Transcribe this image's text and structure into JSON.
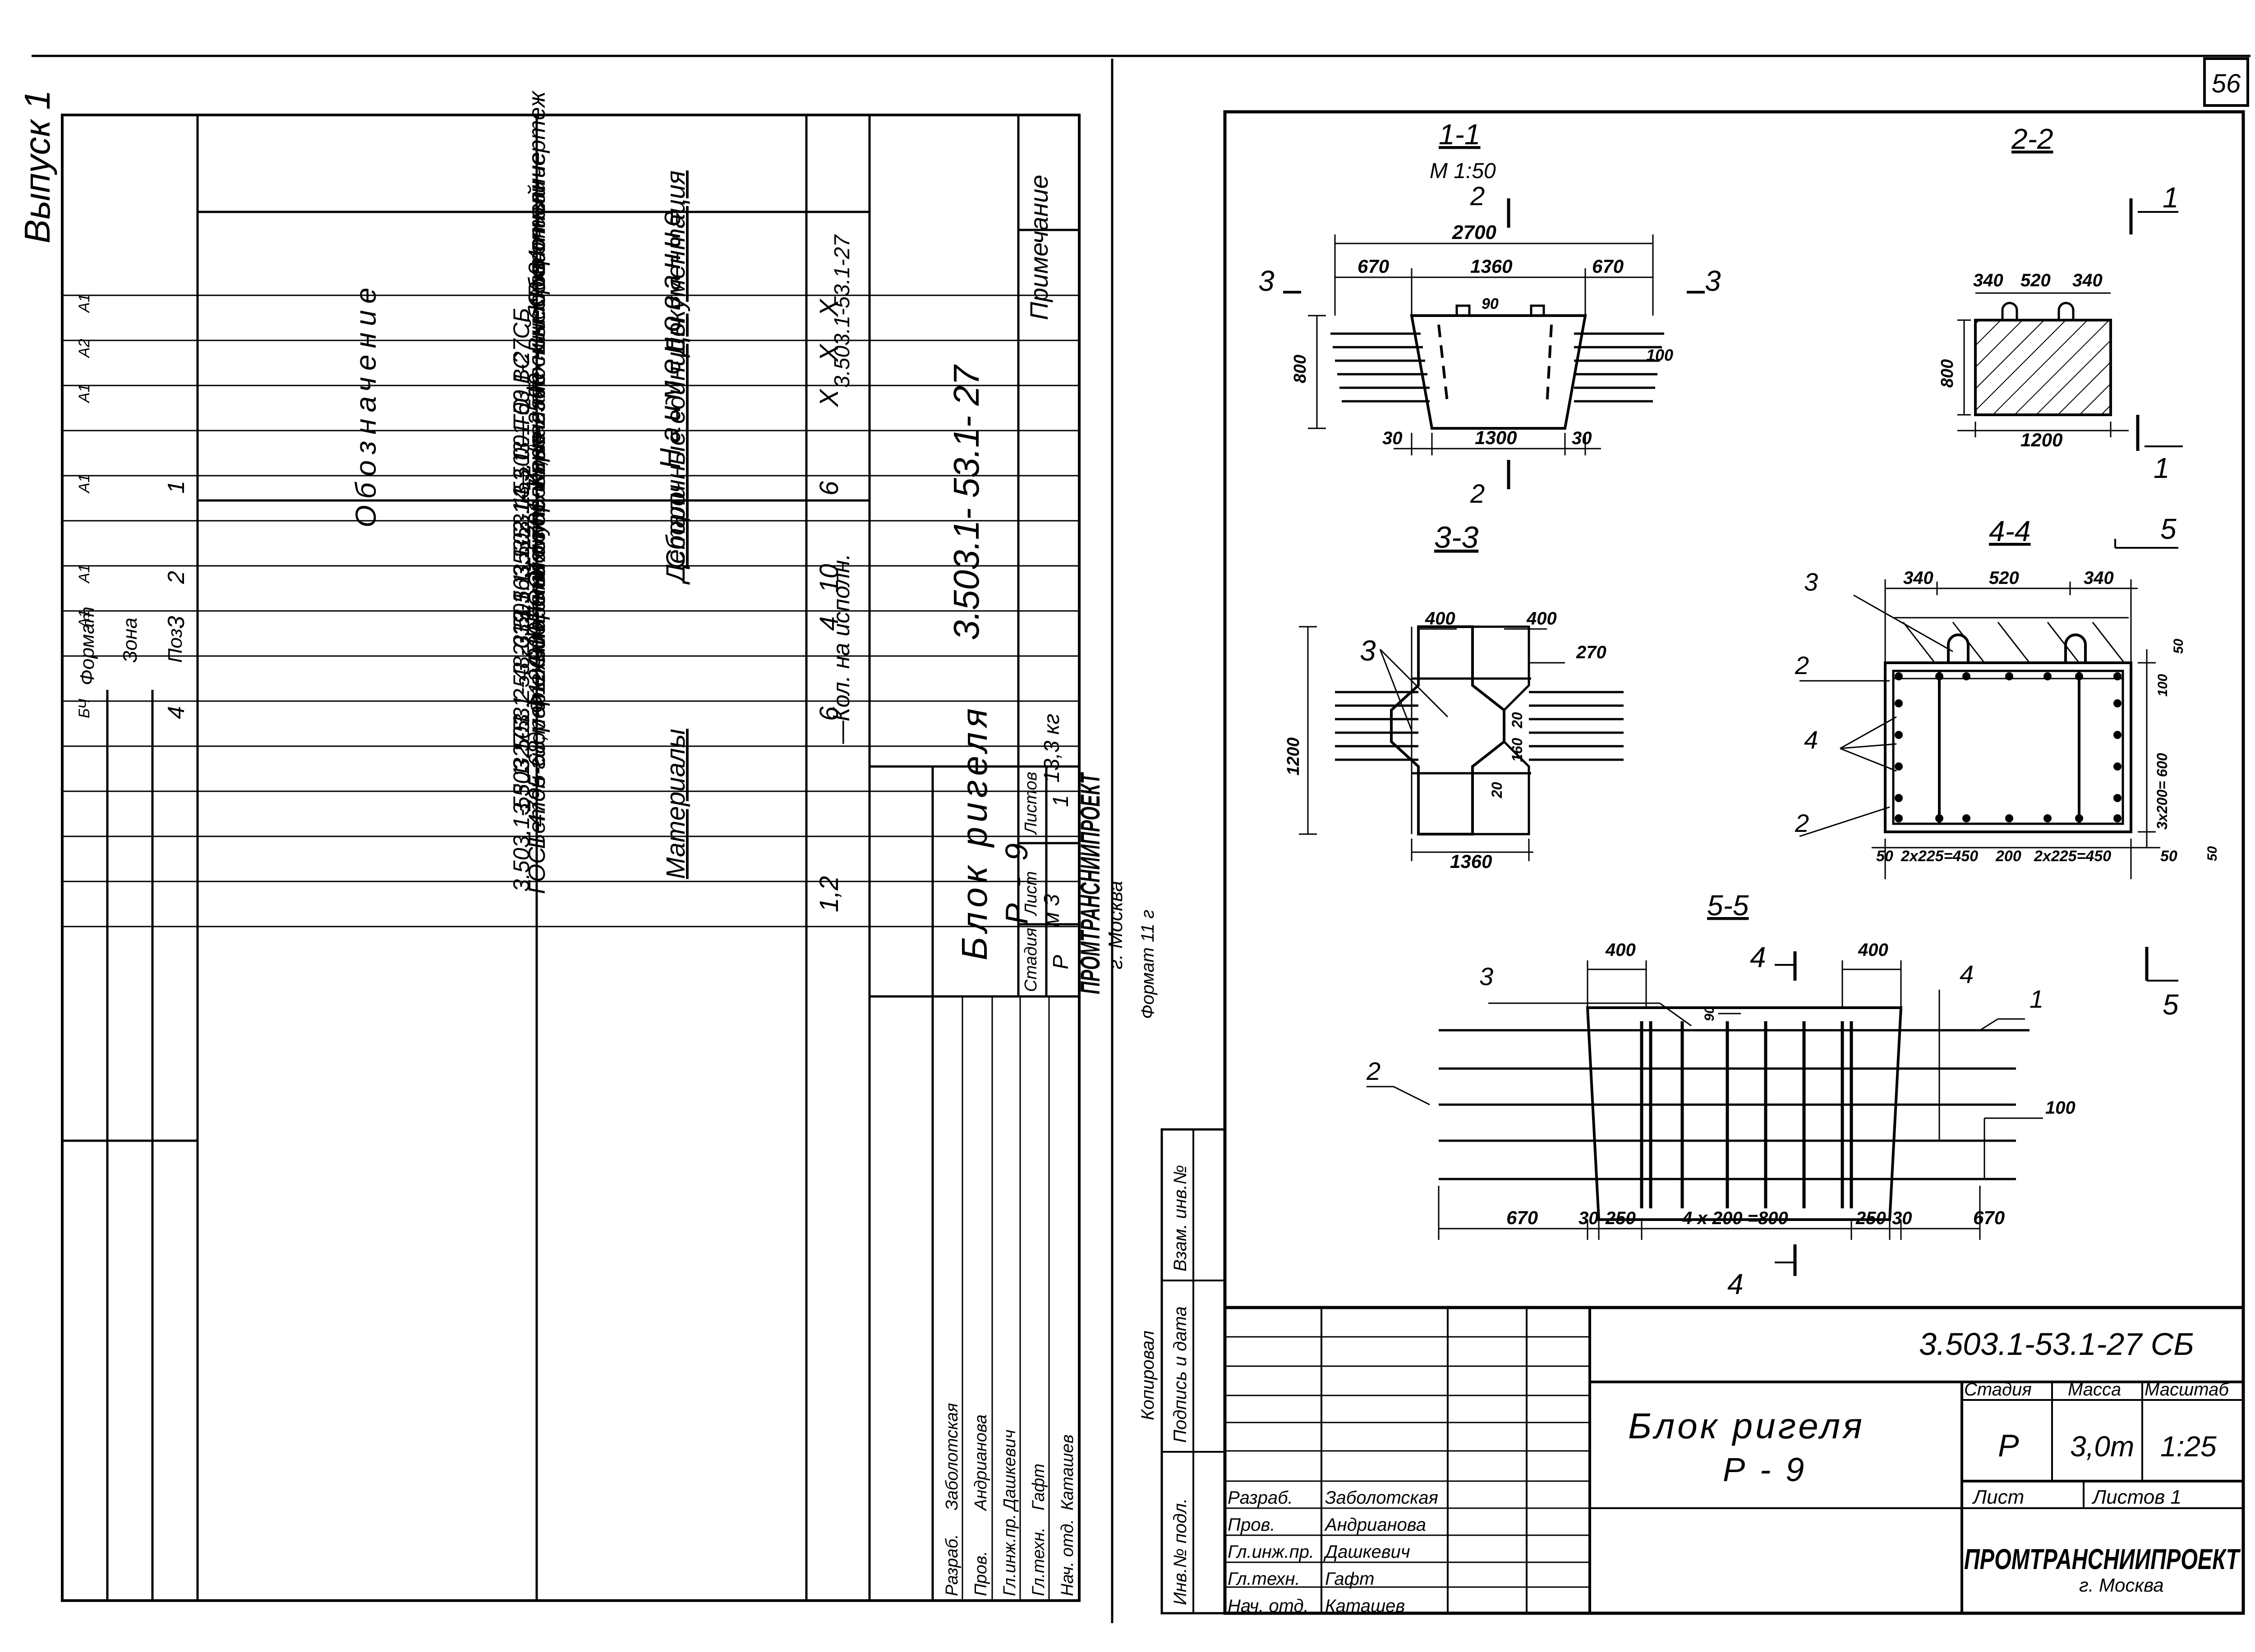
{
  "page_number": "56",
  "spec": {
    "issue": "Выпуск 1",
    "columns": {
      "format": "Формат",
      "zone": "Зона",
      "pos": "Поз.",
      "designation": "Обозначение",
      "name": "Наименование",
      "qty": "Кол. на исполн.",
      "qty_code": "3.503.1-53.1-27",
      "qty_dash": "—",
      "note": "Примечание"
    },
    "rows": [
      {
        "format": "",
        "pos": "",
        "designation": "",
        "name": "Документация",
        "qty": "",
        "note": "",
        "header": true
      },
      {
        "format": "А1",
        "pos": "",
        "designation": "3.503.1-53.1-27СБ",
        "name": "Сборочный чертеж",
        "qty": "X",
        "note": ""
      },
      {
        "format": "А2",
        "pos": "",
        "designation": "3.503.1-53.1 — 00 ВС",
        "name": "Выборка стали",
        "qty": "X",
        "note": ""
      },
      {
        "format": "А1",
        "pos": "",
        "designation": "3.503.1-53.1 — 00 ТО",
        "name": "Техническое описание",
        "qty": "X",
        "note": ""
      },
      {
        "format": "",
        "pos": "",
        "designation": "",
        "name": "Сборочные единицы",
        "qty": "",
        "note": "",
        "header": true
      },
      {
        "format": "А1",
        "pos": "1",
        "designation": "3.503.1-53.2-14",
        "name": "Каркас плоский КР 34",
        "qty": "6",
        "note": ""
      },
      {
        "format": "",
        "pos": "",
        "designation": "",
        "name": "Детали",
        "qty": "",
        "note": "",
        "header": true
      },
      {
        "format": "А1",
        "pos": "2",
        "designation": "3.503.1-53.2-39-16",
        "name": "Хомут",
        "qty": "10",
        "note": ""
      },
      {
        "format": "А1",
        "pos": "3",
        "designation": "3.503.1-53.2-48-01",
        "name": "Петля строповочная",
        "qty": "4",
        "note": ""
      },
      {
        "format": "",
        "pos": "",
        "designation": "",
        "name": "Стержни отдельные",
        "qty": "",
        "note": ""
      },
      {
        "format": "БЧ",
        "pos": "4",
        "designation": "3.503.1-53.1-27.1",
        "name": "Ф12А-III ГОСТ 5781-75, ℓ= 2500",
        "qty": "6",
        "note": "13,3 кг"
      },
      {
        "format": "",
        "pos": "",
        "designation": "",
        "name": "",
        "qty": "",
        "note": ""
      },
      {
        "format": "",
        "pos": "",
        "designation": "",
        "name": "Материалы",
        "qty": "",
        "note": "",
        "header": true
      },
      {
        "format": "",
        "pos": "",
        "designation": "",
        "name": "Бетон гидротехнический",
        "qty": "",
        "note": ""
      },
      {
        "format": "",
        "pos": "",
        "designation": "",
        "name": "ГОСТ 4795-68,марки 300",
        "qty": "1,2",
        "note": "м 3"
      }
    ],
    "title_block": {
      "code": "3.503.1- 53.1- 27",
      "title": "Блок ригеля",
      "subtitle": "Р - 9",
      "stage_label": "Стадия",
      "sheet_label": "Лист",
      "sheets_label": "Листов",
      "stage": "Р",
      "sheets": "1",
      "org": "ПРОМТРАНСНИИПРОЕКТ",
      "city": "г. Москва",
      "format": "Формат 11 г",
      "copied": "Копировал",
      "staff": [
        {
          "role": "Разраб.",
          "name": "Заболотская"
        },
        {
          "role": "Пров.",
          "name": "Андрианова"
        },
        {
          "role": "Гл.инж.пр.",
          "name": "Дашкевич"
        },
        {
          "role": "Гл.техн.",
          "name": "Гафт"
        },
        {
          "role": "Нач. отд.",
          "name": "Каташев"
        }
      ]
    }
  },
  "drawing": {
    "side_labels": [
      "Инв.№ подл.",
      "Подпись и дата",
      "Взам. инв.№"
    ],
    "sections": {
      "s11": {
        "label": "1-1",
        "scale": "М 1:50"
      },
      "s22": {
        "label": "2-2"
      },
      "s33": {
        "label": "3-3"
      },
      "s44": {
        "label": "4-4"
      },
      "s55": {
        "label": "5-5"
      }
    },
    "cut_marks": [
      "1",
      "2",
      "3",
      "4",
      "5"
    ],
    "dimensions": {
      "s11": [
        "2700",
        "670",
        "1360",
        "670",
        "90",
        "100",
        "800",
        "30",
        "1300",
        "30"
      ],
      "s22": [
        "340",
        "520",
        "340",
        "800",
        "1200"
      ],
      "s33": [
        "400",
        "400",
        "270",
        "1200",
        "160",
        "20",
        "20",
        "1360"
      ],
      "s44": [
        "340",
        "520",
        "340",
        "50",
        "100",
        "3x200= 600",
        "50",
        "2x225=450",
        "200",
        "2x225=450",
        "50",
        "50"
      ],
      "s55": [
        "400",
        "400",
        "90",
        "100",
        "670",
        "30",
        "250",
        "4 x 200 =800",
        "250",
        "30",
        "670"
      ]
    },
    "title_block": {
      "code": "3.503.1-53.1-27 СБ",
      "title": "Блок ригеля",
      "subtitle": "Р - 9",
      "stage_label": "Стадия",
      "mass_label": "Масса",
      "scale_label": "Масштаб",
      "stage": "Р",
      "mass": "3,0т",
      "scale": "1:25",
      "sheet_label": "Лист",
      "sheets_label": "Листов 1",
      "org": "ПРОМТРАНСНИИПРОЕКТ",
      "city": "г. Москва",
      "staff": [
        {
          "role": "Разраб.",
          "name": "Заболотская"
        },
        {
          "role": "Пров.",
          "name": "Андрианова"
        },
        {
          "role": "Гл.инж.пр.",
          "name": "Дашкевич"
        },
        {
          "role": "Гл.техн.",
          "name": "Гафт"
        },
        {
          "role": "Нач. отд.",
          "name": "Каташев"
        }
      ]
    }
  }
}
